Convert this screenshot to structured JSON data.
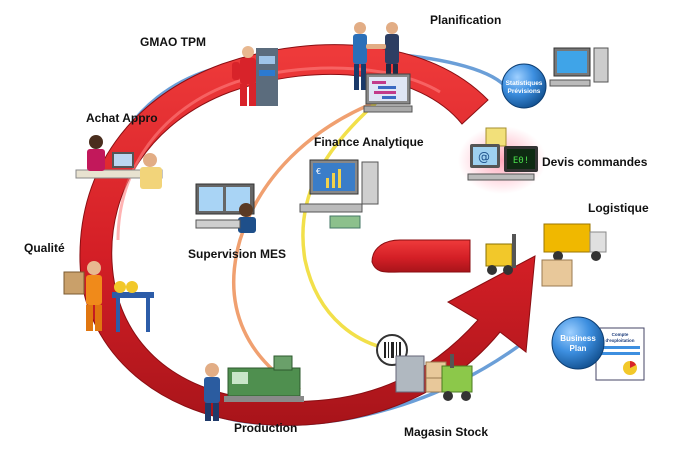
{
  "labels": {
    "planification": "Planification",
    "gmao": "GMAO TPM",
    "achat": "Achat Appro",
    "finance": "Finance Analytique",
    "devis": "Devis commandes",
    "logistique": "Logistique",
    "qualite": "Qualité",
    "supervision": "Supervision MES",
    "production": "Production",
    "magasin": "Magasin Stock"
  },
  "badges": {
    "stats_line1": "Statistiques",
    "stats_line2": "Prévisions",
    "business_line1": "Business",
    "business_line2": "Plan",
    "doc_line1": "Compte",
    "doc_line2": "d'exploitation",
    "screen_text": "E0!"
  },
  "colors": {
    "arrow": "#d8232a",
    "arrow_dark": "#9c1015",
    "blue_loop": "#6b9fd8",
    "orange_loop": "#f0a070",
    "yellow_loop": "#f2e04a",
    "badge_blue": "#2f7fd0"
  },
  "icons": [
    "worker-red-overalls-icon",
    "handshake-businessmen-icon",
    "computer-gantt-icon",
    "statistics-workstation-icon",
    "call-center-team-icon",
    "finance-workstation-icon",
    "email-laptop-icon",
    "mes-supervision-desk-icon",
    "quality-inspector-icon",
    "forklift-truck-icon",
    "production-machine-icon",
    "barcode-lens-icon",
    "warehouse-forklift-icon",
    "business-plan-document-icon"
  ]
}
